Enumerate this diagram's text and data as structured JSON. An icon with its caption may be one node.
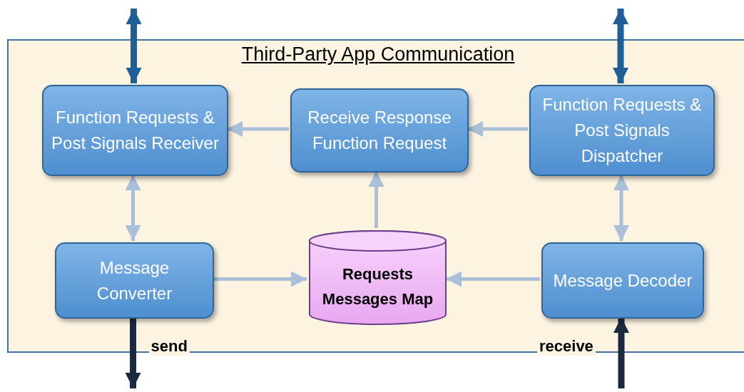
{
  "diagram": {
    "nodes": [
      {
        "text": [
          "Third-Party App Communication"
        ]
      },
      {
        "text": [
          "Function Requests & Post Signals Receiver"
        ],
        "in": 0
      },
      {
        "text": [
          "Receive Response Function Request"
        ],
        "in": 0
      },
      {
        "text": [
          "Function Requests & Post Signals Dispatcher"
        ],
        "in": 0
      },
      {
        "text": [
          "Message Converter"
        ],
        "in": 0
      },
      {
        "text": [
          "Requests Messages Map"
        ],
        "in": 0
      },
      {
        "text": [
          "Message Decoder"
        ],
        "in": 0
      }
    ],
    "edges": [
      {
        "from": null,
        "to": 1,
        "arrow": "both",
        "style": "thick",
        "color": "#1f5f99"
      },
      {
        "from": null,
        "to": 3,
        "arrow": "both",
        "style": "thick",
        "color": "#1f5f99"
      },
      {
        "from": 2,
        "to": 1,
        "arrow": "to"
      },
      {
        "from": 3,
        "to": 2,
        "arrow": "to"
      },
      {
        "from": 1,
        "to": 4,
        "arrow": "both"
      },
      {
        "from": 3,
        "to": 6,
        "arrow": "both"
      },
      {
        "from": 5,
        "to": 2,
        "arrow": "to"
      },
      {
        "from": 4,
        "to": 5,
        "arrow": "to"
      },
      {
        "from": 6,
        "to": 5,
        "arrow": "to"
      },
      {
        "from": 4,
        "to": null,
        "arrow": "to",
        "label": "send",
        "style": "thick",
        "color": "#1c2a40"
      },
      {
        "from": null,
        "to": 6,
        "arrow": "to",
        "label": "receive",
        "style": "thick",
        "color": "#1c2a40"
      }
    ]
  }
}
